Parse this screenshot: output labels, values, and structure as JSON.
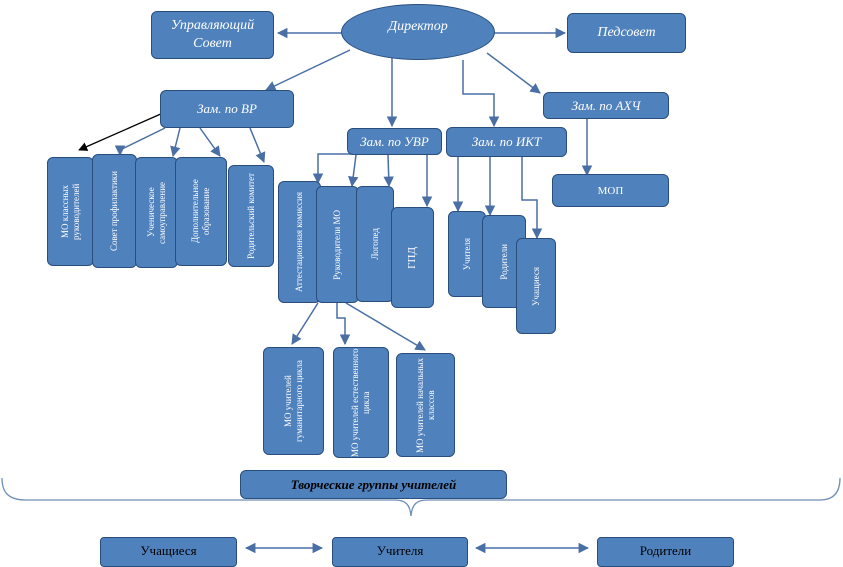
{
  "director": "Директор",
  "council": {
    "line1": "Управляющий",
    "line2": "Совет"
  },
  "pedsovet": "Педсовет",
  "zam_vr": "Зам. по ВР",
  "zam_uvr": "Зам. по УВР",
  "zam_ikt": "Зам. по ИКТ",
  "zam_ahch": "Зам. по АХЧ",
  "mop": "МОП",
  "vr_children": [
    "МО классных руководителей",
    "Совет профилактики",
    "Ученическое самоуправление",
    "Дополнительное образование",
    "Родительский комитет"
  ],
  "uvr_children": [
    "Аттестационная комиссия",
    "Руководители МО",
    "Логопед",
    "ГПД"
  ],
  "ikt_children": [
    "Учителя",
    "Родители",
    "Учащиеся"
  ],
  "mo_children": [
    "МО учителей гуманитарного цикла",
    "МО учителей естественного цикла",
    "МО учителей начальных классов"
  ],
  "creative_groups": "Творческие группы учителей",
  "bottom": {
    "students": "Учащиеся",
    "teachers": "Учителя",
    "parents": "Родители"
  },
  "colors": {
    "box_fill": "#4f81bd",
    "box_border": "#2a4d7e",
    "arrow": "#4a6fa5"
  }
}
